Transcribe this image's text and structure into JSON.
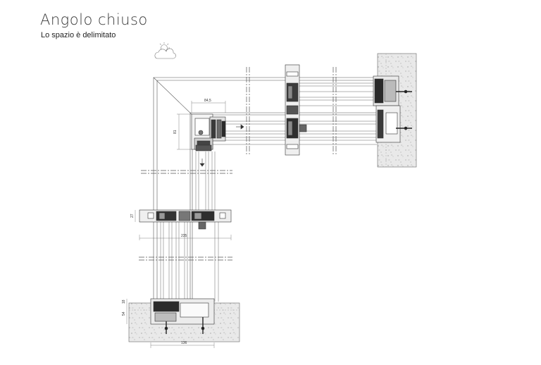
{
  "header": {
    "title": "Angolo chiuso",
    "subtitle": "Lo spazio è delimitato"
  },
  "drawing": {
    "dimensions": {
      "profile_width": "84,5",
      "profile_depth": "81",
      "post_thickness": "27",
      "post_length": "235",
      "wall_offset": "18",
      "wall_depth": "54",
      "wall_width": "136"
    },
    "icon": "sun-cloud-icon"
  }
}
